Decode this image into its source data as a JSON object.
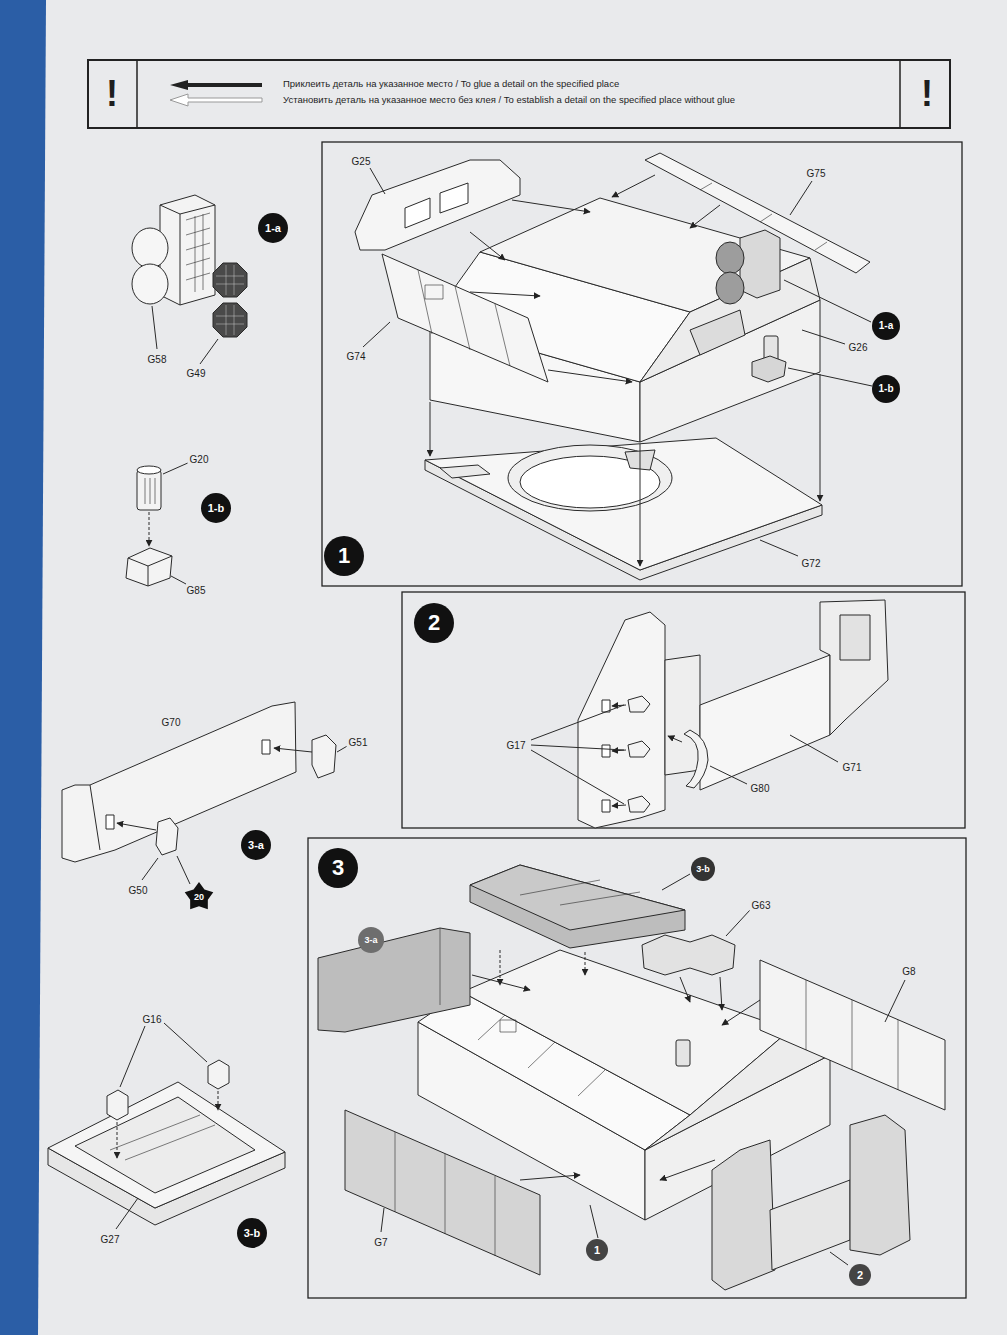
{
  "diagram": {
    "nodes": [
      {
        "text": [
          "1-a"
        ]
      },
      {
        "text": [
          "1-a"
        ]
      },
      {
        "text": [
          "1-b"
        ]
      },
      {
        "text": [
          "1-b"
        ]
      },
      {
        "text": [
          "1"
        ]
      },
      {
        "text": [
          "2"
        ]
      },
      {
        "text": [
          "3-a"
        ]
      },
      {
        "text": [
          "20"
        ]
      },
      {
        "text": [
          "3"
        ]
      },
      {
        "text": [
          "3-b"
        ]
      },
      {
        "text": [
          "3-a"
        ]
      },
      {
        "text": [
          "3-b"
        ]
      },
      {
        "text": [
          "1"
        ]
      },
      {
        "text": [
          "2"
        ]
      }
    ],
    "labels": [
      "!",
      "!",
      "G25",
      "G75",
      "G74",
      "G26",
      "G58",
      "G49",
      "G20",
      "G72",
      "G85",
      "G70",
      "G51",
      "G17",
      "G71",
      "G80",
      "G50",
      "G63",
      "G8",
      "G16",
      "G27",
      "G7"
    ],
    "legend": [
      {
        "text": "Приклеить деталь на указанное место / To glue a detail on the specified place"
      },
      {
        "text": "Установить деталь на указанное место без клея / To establish a detail on the specified place without glue"
      }
    ]
  }
}
